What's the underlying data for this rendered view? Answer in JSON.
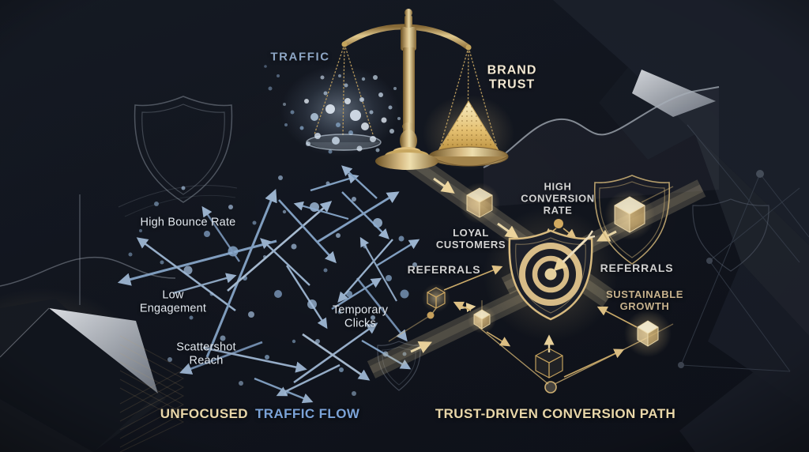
{
  "scale": {
    "left_pan_label": "TRAFFIC",
    "right_pan_label": "BRAND\nTRUST"
  },
  "unfocused_side": {
    "labels": {
      "high_bounce_rate": "High Bounce Rate",
      "low_engagement": "Low\nEngagement",
      "temporary_clicks": "Temporary\nClicks",
      "scattershot_reach": "Scattershot\nReach"
    },
    "caption_part1": "UNFOCUSED",
    "caption_part2": "TRAFFIC FLOW"
  },
  "trust_side": {
    "labels": {
      "high_conversion_rate": "HIGH\nCONVERSION\nRATE",
      "loyal_customers": "LOYAL\nCUSTOMERS",
      "referrals_left": "REFERRALS",
      "referrals_right": "REFERRALS",
      "sustainable_growth": "SUSTAINABLE\nGROWTH"
    },
    "caption": "TRUST-DRIVEN CONVERSION PATH"
  },
  "colors": {
    "background": "#12161f",
    "gold": "#d9b877",
    "gold_bright": "#f0dba8",
    "steel_blue_arrows": "#8fb0d4",
    "cream_text": "#e9d7a9",
    "blue_caption": "#7ba3d8",
    "traffic_label": "#8ca5c4",
    "gray_label": "#d4d4d4",
    "tan_label": "#c7b28d"
  }
}
